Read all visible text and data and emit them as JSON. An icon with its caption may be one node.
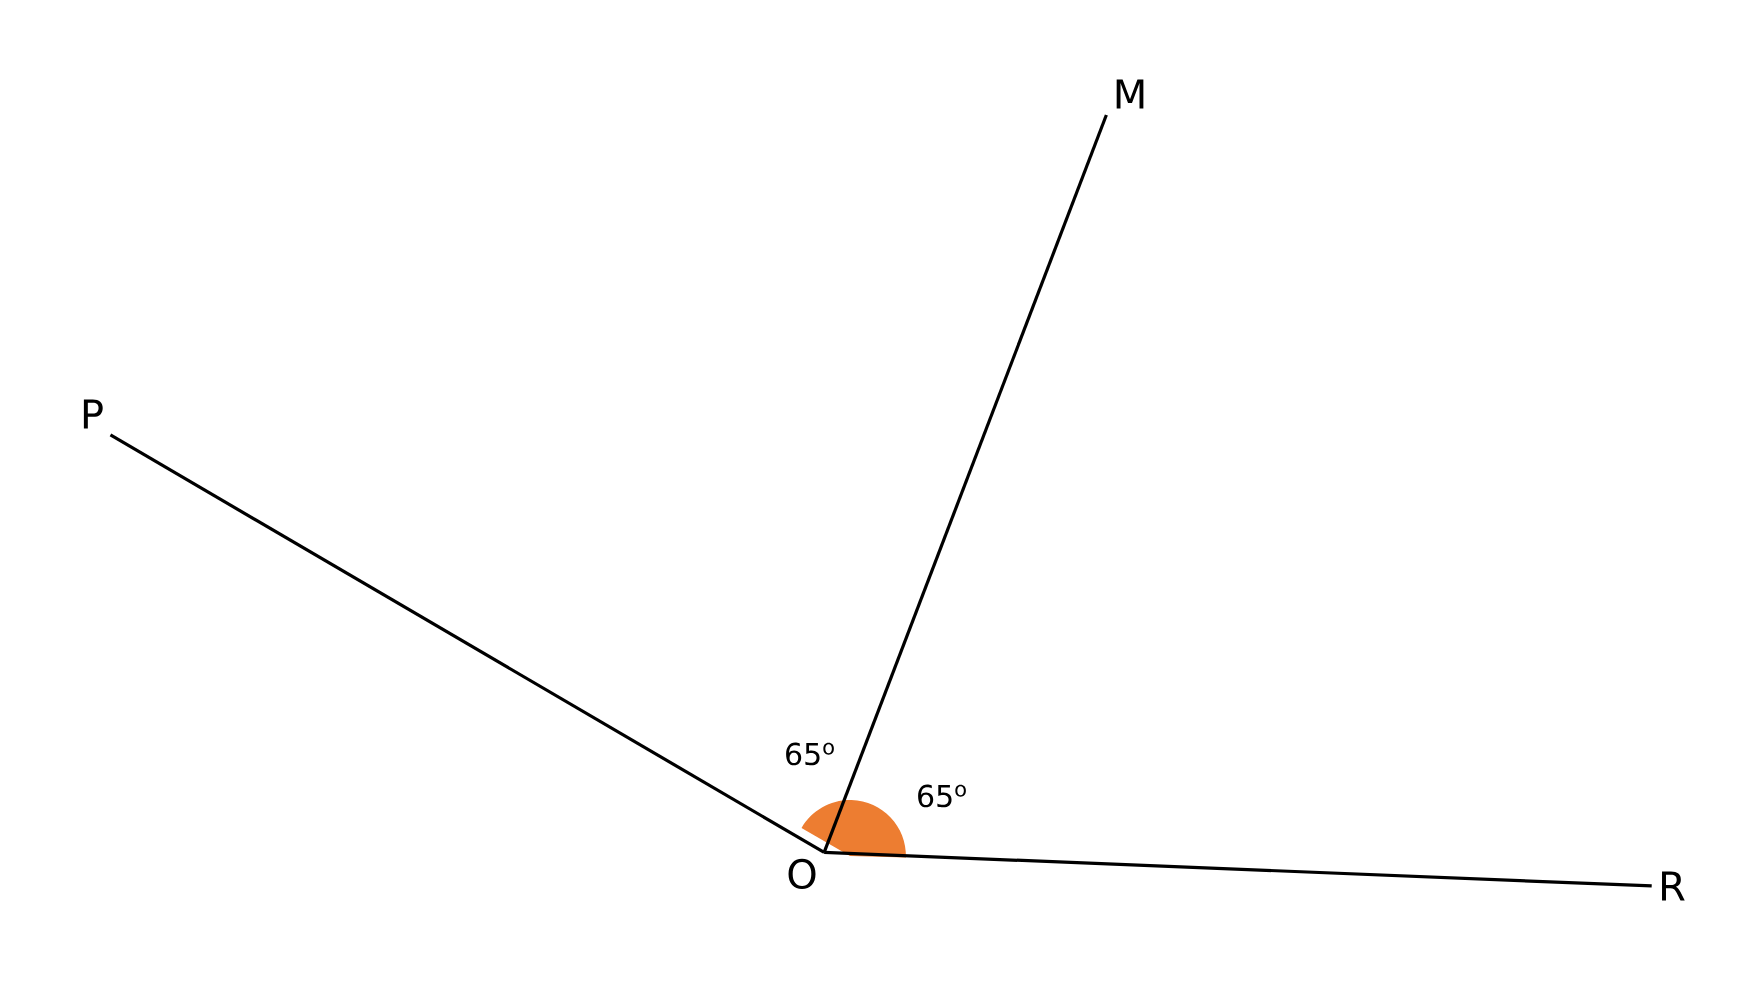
{
  "diagram": {
    "nodes": [
      {
        "text": [
          "P"
        ]
      },
      {
        "text": [
          "M"
        ]
      },
      {
        "text": [
          "O"
        ]
      },
      {
        "text": [
          "R"
        ]
      }
    ],
    "edges": [
      {
        "from": 2,
        "to": 0,
        "arrow": "none"
      },
      {
        "from": 2,
        "to": 1,
        "arrow": "none"
      },
      {
        "from": 2,
        "to": 3,
        "arrow": "none"
      }
    ],
    "labels": [
      "65$^{o}$",
      "65$^{o}$"
    ]
  }
}
